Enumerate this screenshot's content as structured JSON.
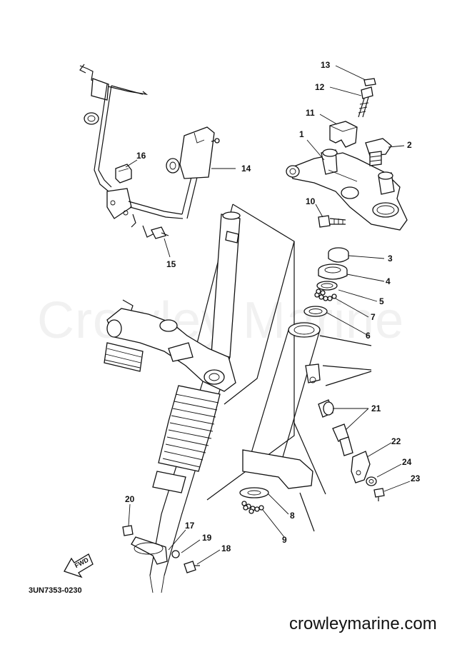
{
  "watermark": "Crowley Marine",
  "diagram_code": "3UN7353-0230",
  "website": "crowleymarine.com",
  "fwd_label": "FWD",
  "callouts": [
    {
      "id": "c1",
      "text": "1"
    },
    {
      "id": "c2",
      "text": "2"
    },
    {
      "id": "c3",
      "text": "3"
    },
    {
      "id": "c4",
      "text": "4"
    },
    {
      "id": "c5",
      "text": "5"
    },
    {
      "id": "c6",
      "text": "6"
    },
    {
      "id": "c7",
      "text": "7"
    },
    {
      "id": "c8",
      "text": "8"
    },
    {
      "id": "c9",
      "text": "9"
    },
    {
      "id": "c10",
      "text": "10"
    },
    {
      "id": "c11",
      "text": "11"
    },
    {
      "id": "c12",
      "text": "12"
    },
    {
      "id": "c13",
      "text": "13"
    },
    {
      "id": "c14",
      "text": "14"
    },
    {
      "id": "c15",
      "text": "15"
    },
    {
      "id": "c16",
      "text": "16"
    },
    {
      "id": "c17",
      "text": "17"
    },
    {
      "id": "c18",
      "text": "18"
    },
    {
      "id": "c19",
      "text": "19"
    },
    {
      "id": "c20",
      "text": "20"
    },
    {
      "id": "c21",
      "text": "21"
    },
    {
      "id": "c22",
      "text": "22"
    },
    {
      "id": "c23",
      "text": "23"
    },
    {
      "id": "c24",
      "text": "24"
    }
  ]
}
